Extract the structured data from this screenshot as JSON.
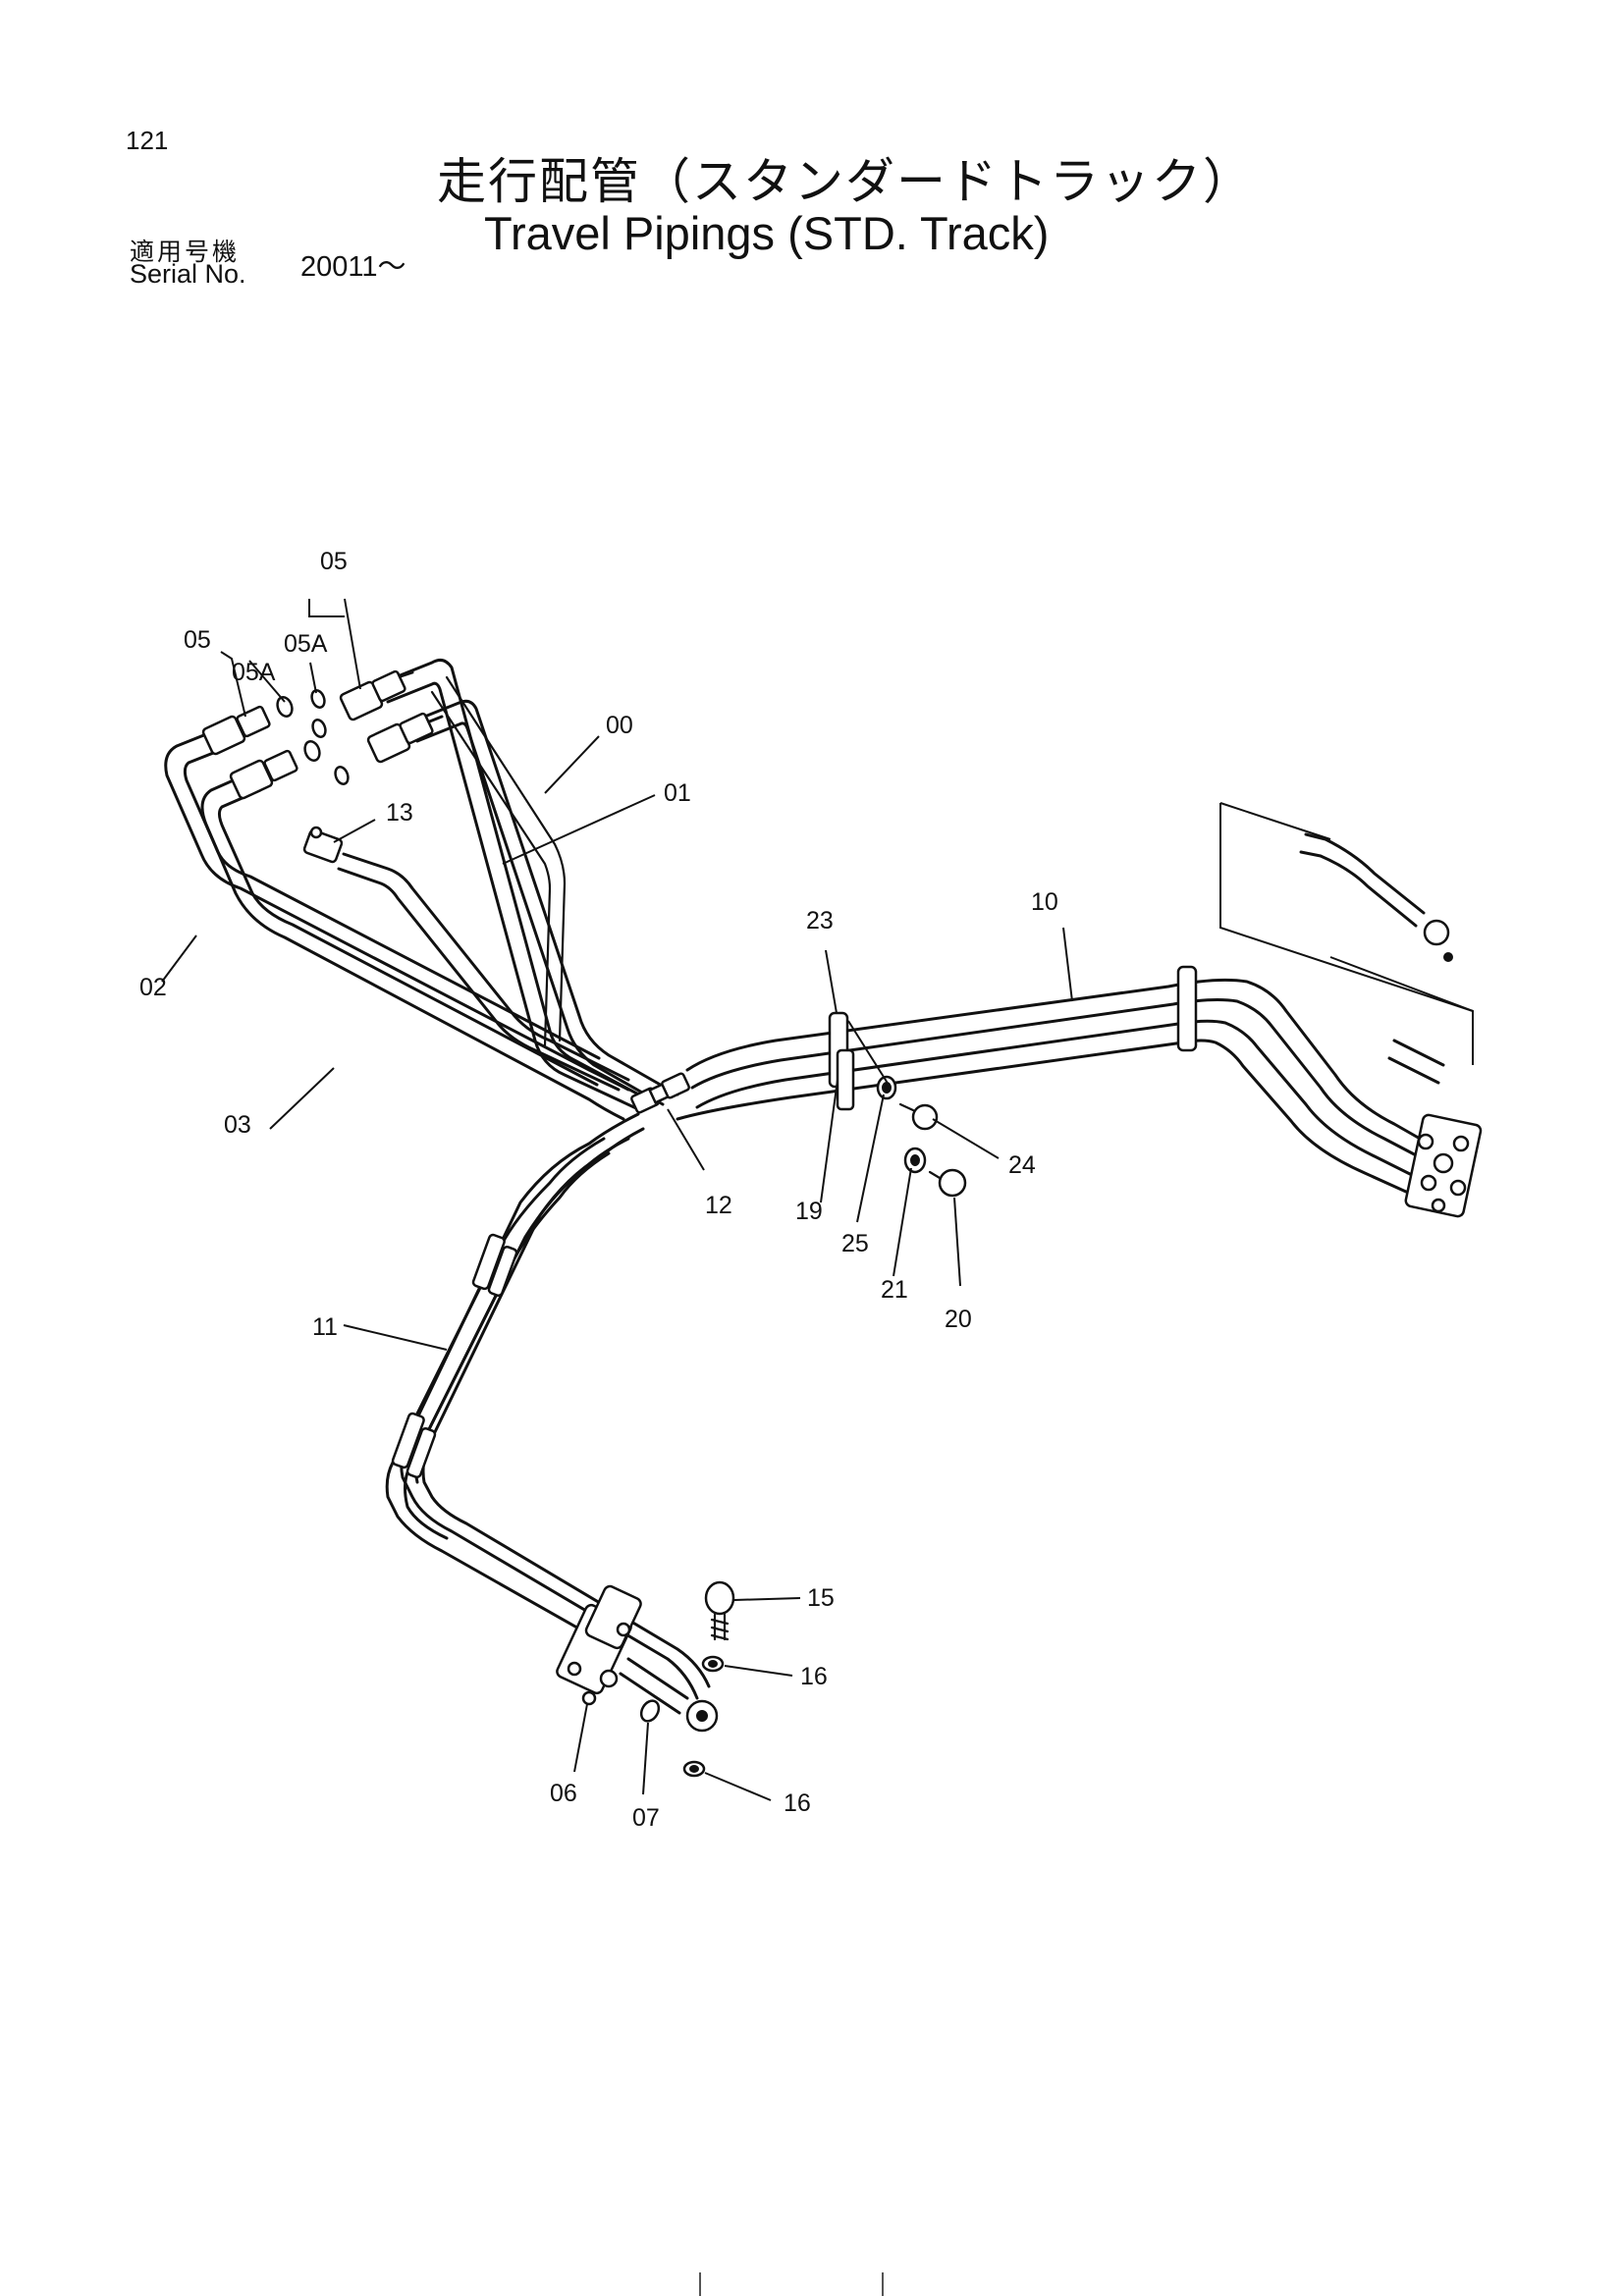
{
  "header": {
    "page_number": "121",
    "title_jp": "走行配管（スタンダードトラック）",
    "title_en": "Travel Pipings (STD. Track)",
    "serial_label_jp": "適用号機",
    "serial_label_en": "Serial No.",
    "serial_value": "20011～"
  },
  "callouts": {
    "c00": "00",
    "c01": "01",
    "c02": "02",
    "c03": "03",
    "c05_left": "05",
    "c05a_left": "05A",
    "c05_right": "05",
    "c05a_right": "05A",
    "c06": "06",
    "c07": "07",
    "c10": "10",
    "c11": "11",
    "c12": "12",
    "c13": "13",
    "c15": "15",
    "c16_top": "16",
    "c16_bottom": "16",
    "c19": "19",
    "c20": "20",
    "c21": "21",
    "c23": "23",
    "c24": "24",
    "c25": "25"
  }
}
